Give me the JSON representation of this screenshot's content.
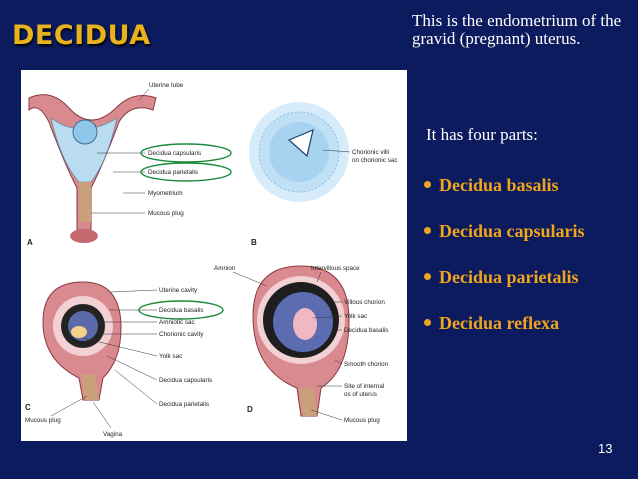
{
  "slide": {
    "title": "DECIDUA",
    "intro_text": "This is the endometrium of the gravid (pregnant) uterus.",
    "parts_heading": "It has four parts:",
    "parts": [
      "Decidua basalis",
      "Decidua capsularis",
      "Decidua parietalis",
      "Decidua reflexa"
    ],
    "page_number": "13"
  },
  "figure": {
    "panels": [
      "A",
      "B",
      "C",
      "D"
    ],
    "labels_a": [
      "Uterine tube",
      "Decidua capsularis",
      "Decidua parietalis",
      "Myometrium",
      "Mucous plug"
    ],
    "labels_b": [
      "Chorionic villi",
      "on chorionic sac"
    ],
    "labels_c": [
      "Uterine cavity",
      "Decidua basalis",
      "Amniotic sac",
      "Chorionic cavity",
      "Yolk sac",
      "Decidua capsularis",
      "Decidua parietalis",
      "Mucous plug",
      "Vagina"
    ],
    "labels_d": [
      "Amnion",
      "Intervillous space",
      "Villous chorion",
      "Yolk sac",
      "Decidua basalis",
      "Smooth chorion",
      "Site of internal",
      "os of uterus",
      "Mucous plug"
    ]
  },
  "colors": {
    "background": "#0b1b5e",
    "title": "#e8b21c",
    "parts": "#f0a51c",
    "highlight_circle": "#1a8a3a"
  }
}
